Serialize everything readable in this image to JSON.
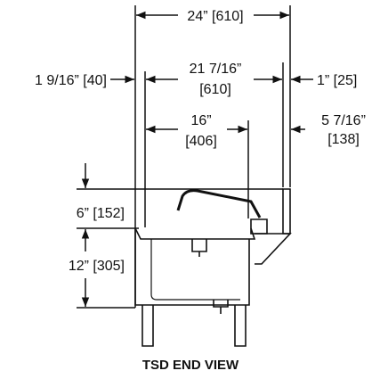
{
  "diagram": {
    "title": "TSD END VIEW",
    "line_color": "#111111",
    "background": "#ffffff",
    "dimensions": {
      "overall_width": "24” [610]",
      "left_offset": "1 9/16” [40]",
      "inner_width_top": "21 7/16”",
      "inner_width_bottom": "[610]",
      "right_offset": "1” [25]",
      "bowl_width_top": "16”",
      "bowl_width_bottom": "[406]",
      "backsplash_top": "5 7/16”",
      "backsplash_bottom": "[138]",
      "splash_height": "6” [152]",
      "bowl_depth": "12” [305]"
    }
  }
}
